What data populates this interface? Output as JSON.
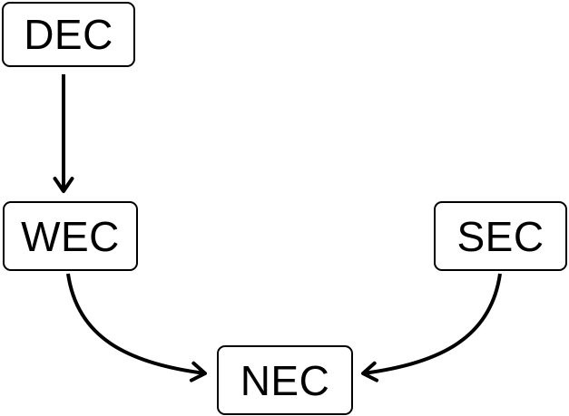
{
  "diagram": {
    "background_color": "#ffffff",
    "line_color": "#000000",
    "node_fill_color": "#ffffff",
    "node_border_color": "#000000",
    "nodes": [
      {
        "id": "dec",
        "label": "DEC"
      },
      {
        "id": "wec",
        "label": "WEC"
      },
      {
        "id": "sec",
        "label": "SEC"
      },
      {
        "id": "nec",
        "label": "NEC"
      }
    ],
    "edges": [
      {
        "from": "DEC",
        "to": "WEC",
        "shape": "straight-arrow"
      },
      {
        "from": "WEC",
        "to": "NEC",
        "shape": "curved-arrow"
      },
      {
        "from": "SEC",
        "to": "NEC",
        "shape": "curved-arrow"
      }
    ]
  }
}
